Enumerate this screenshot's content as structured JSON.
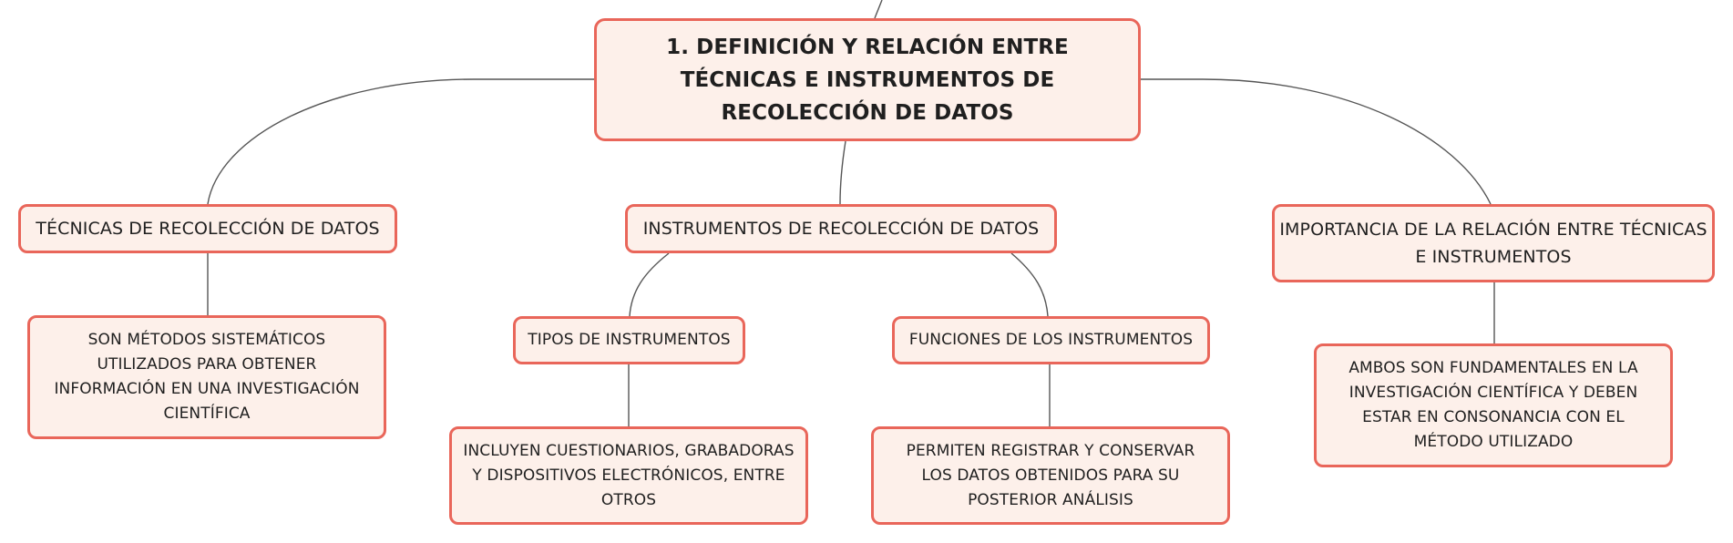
{
  "diagram": {
    "central": "1. DEFINICIÓN Y RELACIÓN ENTRE TÉCNICAS E INSTRUMENTOS DE RECOLECCIÓN DE DATOS",
    "branches": {
      "tecnicas": {
        "label": "TÉCNICAS DE RECOLECCIÓN DE DATOS",
        "detail": "SON MÉTODOS SISTEMÁTICOS UTILIZADOS PARA OBTENER INFORMACIÓN EN UNA INVESTIGACIÓN CIENTÍFICA"
      },
      "instrumentos": {
        "label": "INSTRUMENTOS DE RECOLECCIÓN DE DATOS",
        "tipos": {
          "label": "TIPOS DE INSTRUMENTOS",
          "detail": "INCLUYEN CUESTIONARIOS, GRABADORAS Y DISPOSITIVOS ELECTRÓNICOS, ENTRE OTROS"
        },
        "funciones": {
          "label": "FUNCIONES DE LOS INSTRUMENTOS",
          "detail": "PERMITEN REGISTRAR Y CONSERVAR LOS DATOS OBTENIDOS PARA SU POSTERIOR ANÁLISIS"
        }
      },
      "importancia": {
        "label": "IMPORTANCIA DE LA RELACIÓN ENTRE TÉCNICAS E INSTRUMENTOS",
        "detail": "AMBOS SON FUNDAMENTALES EN LA INVESTIGACIÓN CIENTÍFICA Y DEBEN ESTAR EN CONSONANCIA CON EL MÉTODO UTILIZADO"
      }
    }
  },
  "colors": {
    "node_border": "#e9665a",
    "node_fill": "#fdf0ea",
    "connector": "#555555",
    "text": "#1f1f1f"
  }
}
